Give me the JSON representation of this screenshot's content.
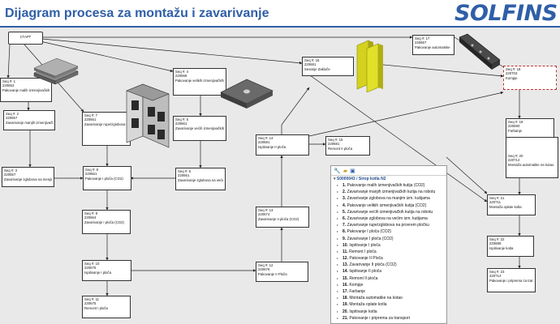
{
  "header": {
    "title": "Dijagram procesa za montažu i zavarivanje",
    "logo": "SOLFINS"
  },
  "nodes": {
    "start": {
      "label": "СТАРТ"
    },
    "n1": {
      "seq": "Seq #: 1",
      "code": "220653",
      "text": "Pakovanje malih izmenjivačkih kutija (CO2)"
    },
    "n2": {
      "seq": "Seq #: 2",
      "code": "220657",
      "text": "Zavarivanje manjih izmenjivačkih kutija na robotu"
    },
    "n3": {
      "seq": "Seq #: 3",
      "code": "220657",
      "text": "Zavarivanje zglobova na menjin izm. kutijama"
    },
    "n4": {
      "seq": "Seq #: 4",
      "code": "220668",
      "text": "Pakovanje velikih izmenjivačkih kutija (CO2)"
    },
    "n5": {
      "seq": "Seq #: 5",
      "code": "220661",
      "text": "Zavarivanje većih izmenjivačkih kutija na robotu"
    },
    "n6": {
      "seq": "Seq #: 6",
      "code": "220661",
      "text": "Zavarivanje zglobova na većim izm. kutijama"
    },
    "n7": {
      "seq": "Seq #: 7",
      "code": "220661",
      "text": "Zavarivanje rupe/zglobova na provrem pločku"
    },
    "n8": {
      "seq": "Seq #: 8",
      "code": "220661",
      "text": "Pakovanje I ploča (CO2)"
    },
    "n9": {
      "seq": "Seq #: 9",
      "code": "220664",
      "text": "Zavarivanje I ploča (CO2)"
    },
    "n10": {
      "seq": "Seq #: 10",
      "code": "220675",
      "text": "Ispitivanje I ploča"
    },
    "n11": {
      "seq": "Seq #: 11",
      "code": "220675",
      "text": "Remont I ploča"
    },
    "n12": {
      "seq": "Seq #: 12",
      "code": "220676",
      "text": "Pakovanje II Ploča"
    },
    "n13": {
      "seq": "Seq #: 13",
      "code": "220674",
      "text": "Zavarivanje II ploča (CO2)"
    },
    "n14": {
      "seq": "Seq #: 14",
      "code": "220681",
      "text": "Ispitivanje II ploča"
    },
    "n15": {
      "seq": "Seq #: 15",
      "code": "220681",
      "text": "Remont II ploča"
    },
    "n16": {
      "seq": "Seq #: 16",
      "code": "220681",
      "text": "Sesanje Zakloče"
    },
    "n17": {
      "seq": "Seq #: 17",
      "code": "220657",
      "text": "Pakovanje automatske"
    },
    "n18": {
      "seq": "Seq #: 18",
      "code": "220703",
      "text": "Kompje"
    },
    "n19": {
      "seq": "Seq #: 19",
      "code": "220690",
      "text": "Farbanje"
    },
    "n20": {
      "seq": "Seq #: 20",
      "code": "220712",
      "text": "Montaža automatike na kotao"
    },
    "n21": {
      "seq": "Seq #: 21",
      "code": "220711",
      "text": "Montaža oplate kotla"
    },
    "n22": {
      "seq": "Seq #: 22",
      "code": "220689",
      "text": "Ispitivanje kotla"
    },
    "n23": {
      "seq": "Seq #: 23",
      "code": "220714",
      "text": "Pakovanje i priprema za transport"
    }
  },
  "tree": {
    "toolbar_icons": [
      "wrench-icon",
      "folder-icon",
      "save-icon"
    ],
    "root": "S0000043 / Sirop kotla N2",
    "items": [
      {
        "num": "1.",
        "text": "Pakovanje malih izmenjivačkih kutija (CO2)"
      },
      {
        "num": "2.",
        "text": "Zavarivanje manjih izmenjivačkih kutija na robotu"
      },
      {
        "num": "3.",
        "text": "Zavarivanje zglobova na manjim izm. kutijama"
      },
      {
        "num": "4.",
        "text": "Pakovanje velikih izmenjivačkih kutija (CO2)"
      },
      {
        "num": "5.",
        "text": "Zavarivanje većih izmenjivačkih kutija na robotu"
      },
      {
        "num": "6.",
        "text": "Zavarivanje zglobova na većim izm. kutijama"
      },
      {
        "num": "7.",
        "text": "Zavarivanje rupe/zglobova na provrem pločku"
      },
      {
        "num": "8.",
        "text": "Pakovanje I ploča (CO2)"
      },
      {
        "num": "9.",
        "text": "Zavarivanje I ploča (CO2)"
      },
      {
        "num": "10.",
        "text": "Ispitivanje I ploča"
      },
      {
        "num": "11.",
        "text": "Remont I ploča"
      },
      {
        "num": "12.",
        "text": "Pakovanje II Ploča"
      },
      {
        "num": "13.",
        "text": "Zavarivanje II ploča (CO2)"
      },
      {
        "num": "14.",
        "text": "Ispitivanje II ploča"
      },
      {
        "num": "15.",
        "text": "Remont II ploča"
      },
      {
        "num": "16.",
        "text": "Kompje"
      },
      {
        "num": "17.",
        "text": "Farbanje"
      },
      {
        "num": "18.",
        "text": "Montaža automatike na kotao"
      },
      {
        "num": "19.",
        "text": "Montaža oplate kotla"
      },
      {
        "num": "20.",
        "text": "Ispitivanje kotla"
      },
      {
        "num": "21.",
        "text": "Pakovanje i priprema za transport"
      }
    ]
  },
  "colors": {
    "brand": "#2f5fa8",
    "canvas": "#e9e9e9",
    "selection": "#c03030",
    "part_yellow": "#d4d21e"
  }
}
